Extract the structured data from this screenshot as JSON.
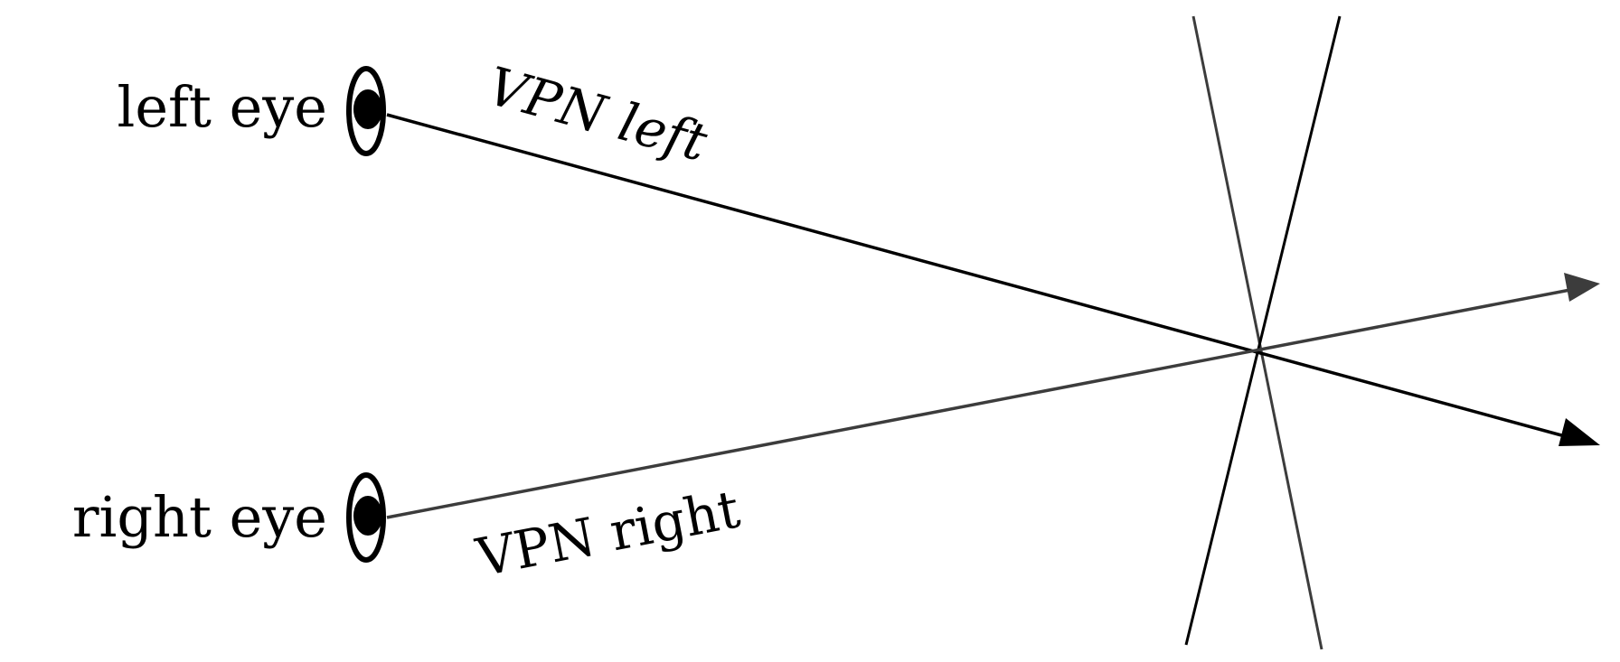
{
  "labels": {
    "left_eye": "left eye",
    "right_eye": "right eye",
    "vpn_left": "VPN left",
    "vpn_right": "VPN right"
  },
  "colors": {
    "left_ray": "#000000",
    "right_ray": "#3c3c3c",
    "plane_left": "#3c3c3c",
    "plane_right": "#000000",
    "eye": "#000000"
  },
  "icons": {
    "left_eye": "eye-icon",
    "right_eye": "eye-icon"
  }
}
